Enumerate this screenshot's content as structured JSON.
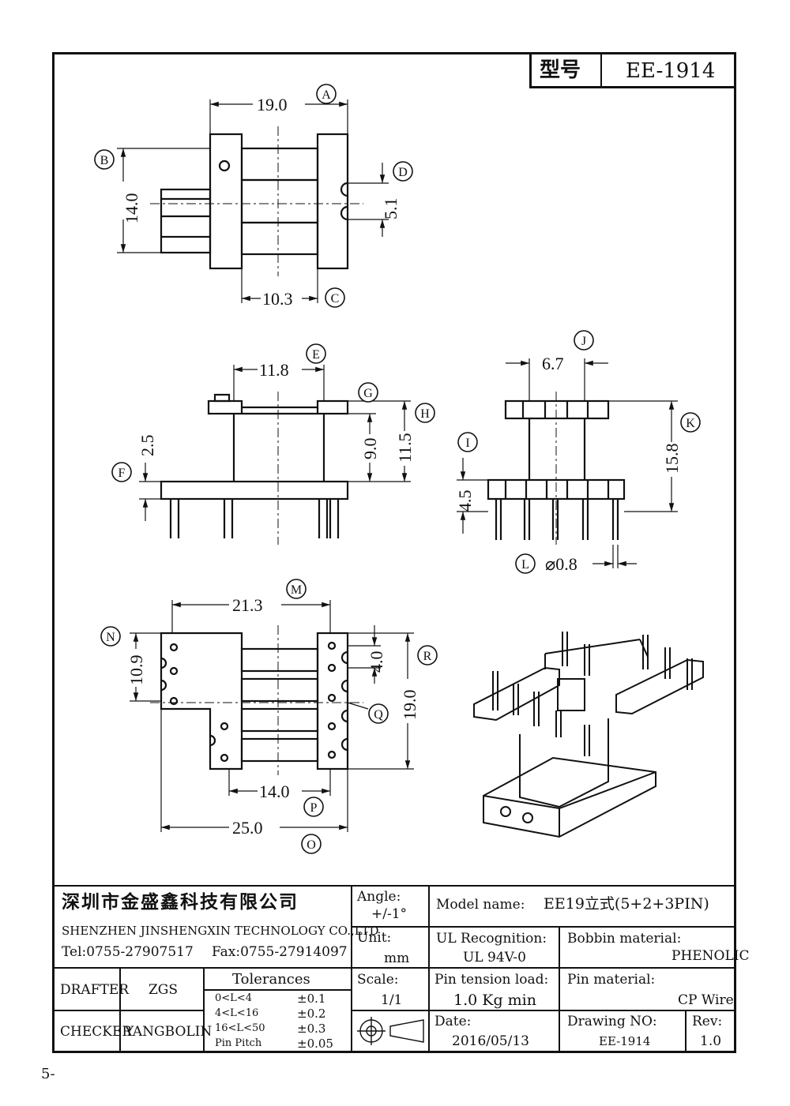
{
  "header": {
    "model_label": "型号",
    "model_value": "EE-1914"
  },
  "dimensions": {
    "a_width": "19.0",
    "b_height": "14.0",
    "c_offset": "10.3",
    "d_slot": "5.1",
    "e_width": "11.8",
    "f_pin": "2.5",
    "h_inner": "9.0",
    "h_outer": "11.5",
    "j_width": "6.7",
    "k_height": "15.8",
    "i_base": "4.5",
    "l_pin": "⌀0.8",
    "m_width": "21.3",
    "n_height": "10.9",
    "r_pitch": "4.0",
    "r_height": "19.0",
    "p_width": "14.0",
    "o_width": "25.0"
  },
  "callouts": [
    "A",
    "B",
    "C",
    "D",
    "E",
    "F",
    "G",
    "H",
    "I",
    "J",
    "K",
    "L",
    "M",
    "N",
    "O",
    "P",
    "Q",
    "R"
  ],
  "title_block": {
    "company_cn": "深圳市金盛鑫科技有限公司",
    "company_en": "SHENZHEN JINSHENGXIN TECHNOLOGY CO.,LTD",
    "tel": "Tel:0755-27907517",
    "fax": "Fax:0755-27914097",
    "angle_label": "Angle:",
    "angle_value": "+/-1°",
    "unit_label": "Unit:",
    "unit_value": "mm",
    "scale_label": "Scale:",
    "scale_value": "1/1",
    "model_name_label": "Model name:",
    "model_name_value": "EE19立式(5+2+3PIN)",
    "ul_label": "UL Recognition:",
    "ul_value": "UL 94V-0",
    "bobbin_label": "Bobbin material:",
    "bobbin_value": "PHENOLIC",
    "pin_tension_label": "Pin tension load:",
    "pin_tension_value": "1.0 Kg min",
    "pin_material_label": "Pin material:",
    "pin_material_value": "CP Wire",
    "drafter_label": "DRAFTER",
    "drafter_value": "ZGS",
    "checker_label": "CHECKER",
    "checker_value": "YANGBOLIN",
    "tolerances_label": "Tolerances",
    "tolerances": [
      {
        "range": "0<L<4",
        "value": "±0.1"
      },
      {
        "range": "4<L<16",
        "value": "±0.2"
      },
      {
        "range": "16<L<50",
        "value": "±0.3"
      },
      {
        "range": "Pin Pitch",
        "value": "±0.05"
      }
    ],
    "date_label": "Date:",
    "date_value": "2016/05/13",
    "drawing_no_label": "Drawing NO:",
    "drawing_no_value": "EE-1914",
    "rev_label": "Rev:",
    "rev_value": "1.0"
  },
  "page_mark": "5-"
}
